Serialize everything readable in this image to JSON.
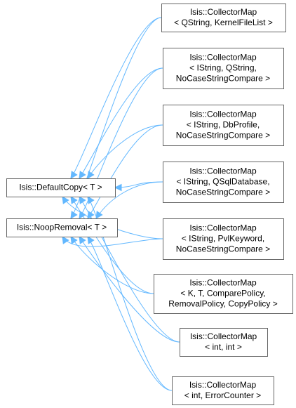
{
  "nodes": [
    {
      "id": "default_copy",
      "lines": [
        "Isis::DefaultCopy< T >"
      ]
    },
    {
      "id": "noop_removal",
      "lines": [
        "Isis::NoopRemoval< T >"
      ]
    },
    {
      "id": "cm_qstring_kernel",
      "lines": [
        "Isis::CollectorMap",
        "< QString, KernelFileList >"
      ]
    },
    {
      "id": "cm_istring_qstring",
      "lines": [
        "Isis::CollectorMap",
        "< IString, QString,",
        "NoCaseStringCompare >"
      ]
    },
    {
      "id": "cm_istring_dbprofile",
      "lines": [
        "Isis::CollectorMap",
        "< IString, DbProfile,",
        "NoCaseStringCompare >"
      ]
    },
    {
      "id": "cm_istring_qsqldb",
      "lines": [
        "Isis::CollectorMap",
        "< IString, QSqlDatabase,",
        "NoCaseStringCompare >"
      ]
    },
    {
      "id": "cm_istring_pvlkeyword",
      "lines": [
        "Isis::CollectorMap",
        "< IString, PvlKeyword,",
        "NoCaseStringCompare >"
      ]
    },
    {
      "id": "cm_generic",
      "lines": [
        "Isis::CollectorMap",
        "< K, T, ComparePolicy,",
        "RemovalPolicy, CopyPolicy >"
      ]
    },
    {
      "id": "cm_int_int",
      "lines": [
        "Isis::CollectorMap",
        "< int, int >"
      ]
    },
    {
      "id": "cm_int_errorcounter",
      "lines": [
        "Isis::CollectorMap",
        "< int, ErrorCounter >"
      ]
    }
  ],
  "edges": [
    {
      "from": "cm_qstring_kernel",
      "to": "default_copy"
    },
    {
      "from": "cm_istring_qstring",
      "to": "default_copy"
    },
    {
      "from": "cm_istring_dbprofile",
      "to": "default_copy"
    },
    {
      "from": "cm_istring_qsqldb",
      "to": "default_copy"
    },
    {
      "from": "cm_istring_pvlkeyword",
      "to": "default_copy"
    },
    {
      "from": "cm_generic",
      "to": "default_copy"
    },
    {
      "from": "cm_int_int",
      "to": "default_copy"
    },
    {
      "from": "cm_int_errorcounter",
      "to": "default_copy"
    },
    {
      "from": "cm_qstring_kernel",
      "to": "noop_removal"
    },
    {
      "from": "cm_istring_qstring",
      "to": "noop_removal"
    },
    {
      "from": "cm_istring_dbprofile",
      "to": "noop_removal"
    },
    {
      "from": "cm_istring_qsqldb",
      "to": "noop_removal"
    },
    {
      "from": "cm_istring_pvlkeyword",
      "to": "noop_removal"
    },
    {
      "from": "cm_generic",
      "to": "noop_removal"
    },
    {
      "from": "cm_int_int",
      "to": "noop_removal"
    },
    {
      "from": "cm_int_errorcounter",
      "to": "noop_removal"
    }
  ],
  "colors": {
    "edge": "#63b8ff",
    "node_border": "#666666",
    "node_fill": "#ffffff",
    "text": "#000000"
  }
}
